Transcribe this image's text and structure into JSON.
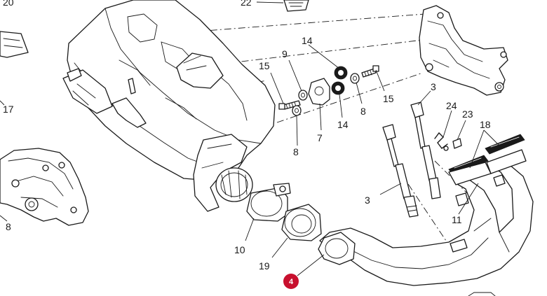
{
  "diagram": {
    "callouts": [
      "20",
      "22",
      "14",
      "9",
      "15",
      "15",
      "3",
      "24",
      "23",
      "18",
      "17",
      "7",
      "8",
      "8",
      "14",
      "3",
      "11",
      "8",
      "10",
      "19"
    ],
    "highlight": {
      "label": "4",
      "color": "#c8102e"
    },
    "colors": {
      "line": "#1a1a1a",
      "background": "#ffffff"
    }
  }
}
